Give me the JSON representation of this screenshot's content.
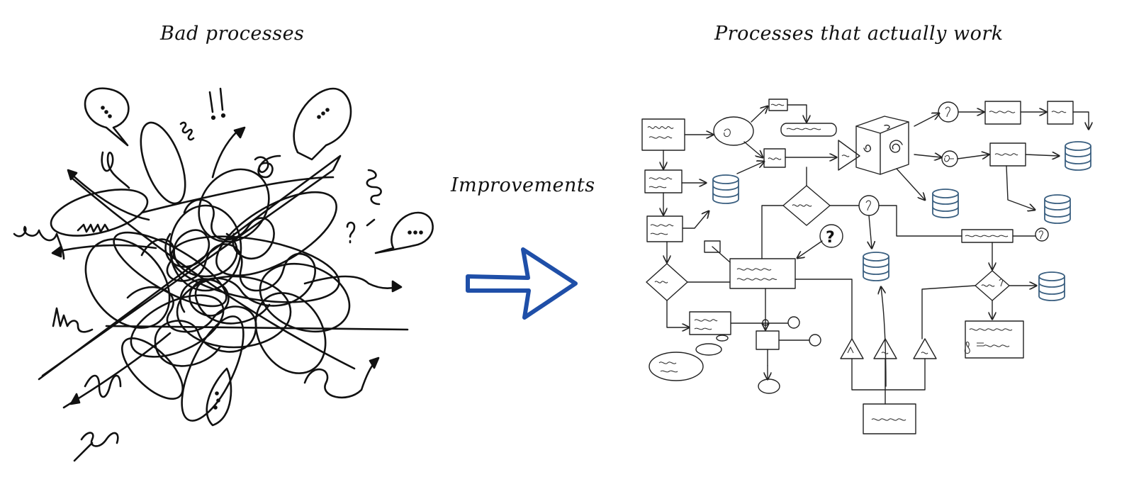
{
  "titles": {
    "left": "Bad processes",
    "right": "Processes that actually work",
    "arrow": "Improvements"
  },
  "icons": {
    "arrow": "big-right-arrow-icon",
    "database": "database-cylinder-icon",
    "cube": "spiral-cube-icon"
  },
  "colors": {
    "arrow": "#1f4fa8",
    "database": "#3a5f80",
    "ink": "#111111"
  },
  "flowchart": {
    "question_mark": "?",
    "exclamations": "!!"
  }
}
